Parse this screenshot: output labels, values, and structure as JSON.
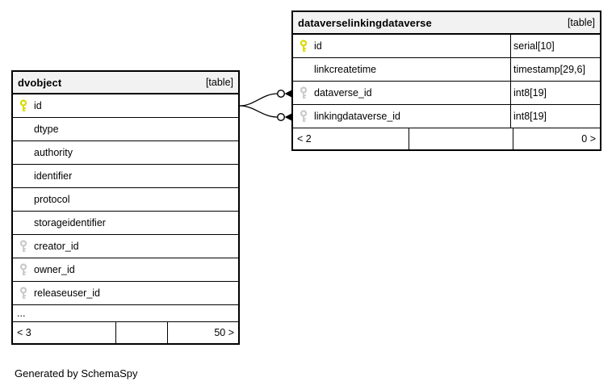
{
  "page": {
    "credit": "Generated by SchemaSpy"
  },
  "colors": {
    "background": "#ffffff",
    "table_header_bg": "#f2f2f2",
    "border": "#000000",
    "primary_key_icon": "#d9d900",
    "foreign_key_icon": "#c9c9c9"
  },
  "tables": [
    {
      "name": "dvobject",
      "badge": "[table]",
      "columns": [
        {
          "name": "id",
          "key": "primary"
        },
        {
          "name": "dtype",
          "key": "none"
        },
        {
          "name": "authority",
          "key": "none"
        },
        {
          "name": "identifier",
          "key": "none"
        },
        {
          "name": "protocol",
          "key": "none"
        },
        {
          "name": "storageidentifier",
          "key": "none"
        },
        {
          "name": "creator_id",
          "key": "foreign"
        },
        {
          "name": "owner_id",
          "key": "foreign"
        },
        {
          "name": "releaseuser_id",
          "key": "foreign"
        }
      ],
      "ellipsis": "...",
      "paging": {
        "prev": "< 3",
        "mid": "",
        "next": "50 >"
      }
    },
    {
      "name": "dataverselinkingdataverse",
      "badge": "[table]",
      "columns": [
        {
          "name": "id",
          "key": "primary",
          "type": "serial[10]"
        },
        {
          "name": "linkcreatetime",
          "key": "none",
          "type": "timestamp[29,6]"
        },
        {
          "name": "dataverse_id",
          "key": "foreign",
          "type": "int8[19]"
        },
        {
          "name": "linkingdataverse_id",
          "key": "foreign",
          "type": "int8[19]"
        }
      ],
      "paging": {
        "prev": "< 2",
        "mid": "",
        "next": "0 >"
      }
    }
  ],
  "relationships": [
    {
      "from": "dvobject.id",
      "to": "dataverselinkingdataverse.dataverse_id"
    },
    {
      "from": "dvobject.id",
      "to": "dataverselinkingdataverse.linkingdataverse_id"
    }
  ]
}
